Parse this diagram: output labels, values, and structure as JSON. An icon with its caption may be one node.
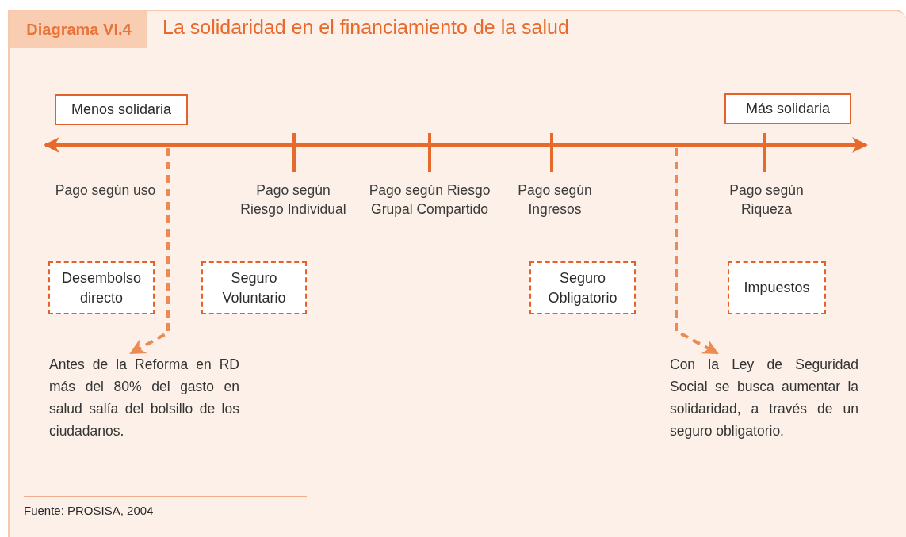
{
  "diagram": {
    "title": "La solidaridad en el financiamiento de la salud",
    "caption": "Fuente: PROSISA, 2004",
    "nodes": [
      {
        "text": [
          "Menos solidaria"
        ]
      },
      {
        "text": [
          "Más solidaria"
        ]
      },
      {
        "text": [
          "Desembolso directo"
        ]
      },
      {
        "text": [
          "Seguro Voluntario"
        ]
      },
      {
        "text": [
          "Seguro Obligatorio"
        ]
      },
      {
        "text": [
          "Impuestos"
        ]
      },
      {
        "text": [
          "Antes de la Reforma en RD más del 80% del gasto en salud salía del bolsillo de los ciudadanos."
        ]
      },
      {
        "text": [
          "Con la Ley de Seguridad Social se busca aumentar la solidaridad, a través de un seguro obligatorio."
        ]
      }
    ],
    "edges": [
      {
        "from": null,
        "to": 6,
        "arrow": "to",
        "style": "dashed"
      },
      {
        "from": null,
        "to": 7,
        "arrow": "to",
        "style": "dashed"
      }
    ],
    "labels": [
      "Diagrama VI.4",
      "Pago según uso",
      "Pago según Riesgo Individual",
      "Pago según Riesgo Grupal Compartido",
      "Pago según Ingresos",
      "Pago según Riqueza"
    ]
  }
}
